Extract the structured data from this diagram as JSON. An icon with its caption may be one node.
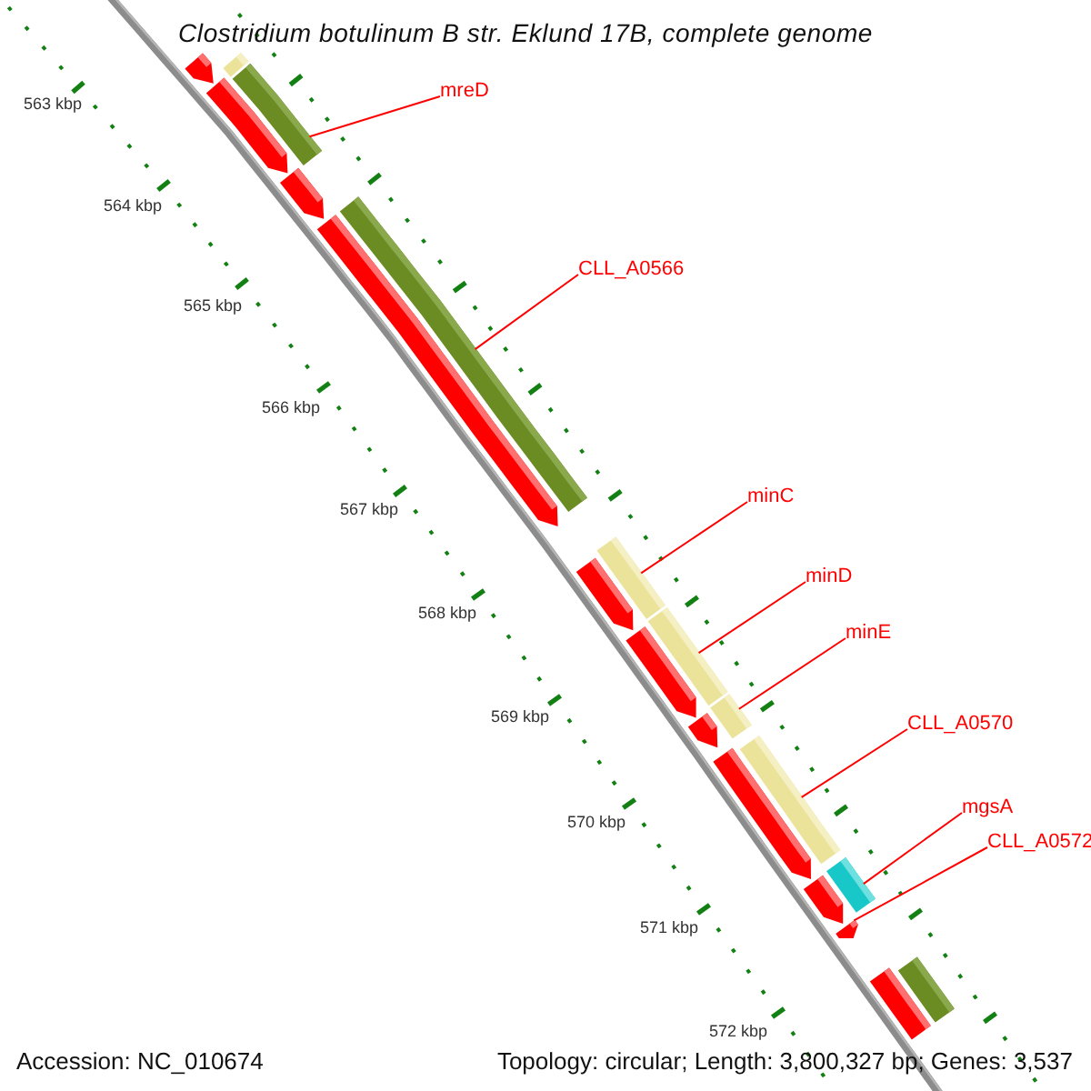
{
  "diagram": {
    "title": "Clostridium botulinum B str. Eklund 17B, complete genome",
    "nodes": [
      {
        "text": [
          "mreD"
        ]
      },
      {
        "text": [
          "CLL_A0566"
        ]
      },
      {
        "text": [
          "minC"
        ]
      },
      {
        "text": [
          "minD"
        ]
      },
      {
        "text": [
          "minE"
        ]
      },
      {
        "text": [
          "CLL_A0570"
        ]
      },
      {
        "text": [
          "mgsA"
        ]
      },
      {
        "text": [
          "CLL_A0572"
        ]
      },
      {
        "text": [],
        "shape": "arrow"
      },
      {
        "text": [],
        "shape": "bar"
      },
      {
        "text": [],
        "shape": "arrow"
      },
      {
        "text": [],
        "shape": "bar"
      },
      {
        "text": [],
        "shape": "arrow"
      },
      {
        "text": [],
        "shape": "arrow"
      },
      {
        "text": [],
        "shape": "bar"
      },
      {
        "text": [],
        "shape": "bar"
      },
      {
        "text": [],
        "shape": "arrow"
      },
      {
        "text": [],
        "shape": "bar"
      },
      {
        "text": [],
        "shape": "arrow"
      },
      {
        "text": [],
        "shape": "bar"
      },
      {
        "text": [],
        "shape": "arrow"
      },
      {
        "text": [],
        "shape": "arrow"
      },
      {
        "text": [],
        "shape": "bar"
      },
      {
        "text": [],
        "shape": "bar"
      },
      {
        "text": [],
        "shape": "arrow"
      },
      {
        "text": [],
        "shape": "arrow"
      },
      {
        "text": [],
        "shape": "bar"
      },
      {
        "text": [],
        "shape": "bar"
      }
    ],
    "edges": [
      {
        "from": 0,
        "to": 11,
        "arrow": "none"
      },
      {
        "from": 1,
        "to": 14,
        "arrow": "none"
      },
      {
        "from": 2,
        "to": 15,
        "arrow": "none"
      },
      {
        "from": 3,
        "to": 17,
        "arrow": "none"
      },
      {
        "from": 4,
        "to": 19,
        "arrow": "none"
      },
      {
        "from": 5,
        "to": 22,
        "arrow": "none"
      },
      {
        "from": 6,
        "to": 23,
        "arrow": "none"
      },
      {
        "from": 7,
        "to": 25,
        "arrow": "none"
      }
    ],
    "labels": [
      "563 kbp",
      "564 kbp",
      "565 kbp",
      "566 kbp",
      "567 kbp",
      "568 kbp",
      "569 kbp",
      "570 kbp",
      "571 kbp",
      "572 kbp",
      "Accession: NC_010674",
      "Topology: circular; Length: 3,800,327 bp; Genes: 3,537"
    ]
  }
}
